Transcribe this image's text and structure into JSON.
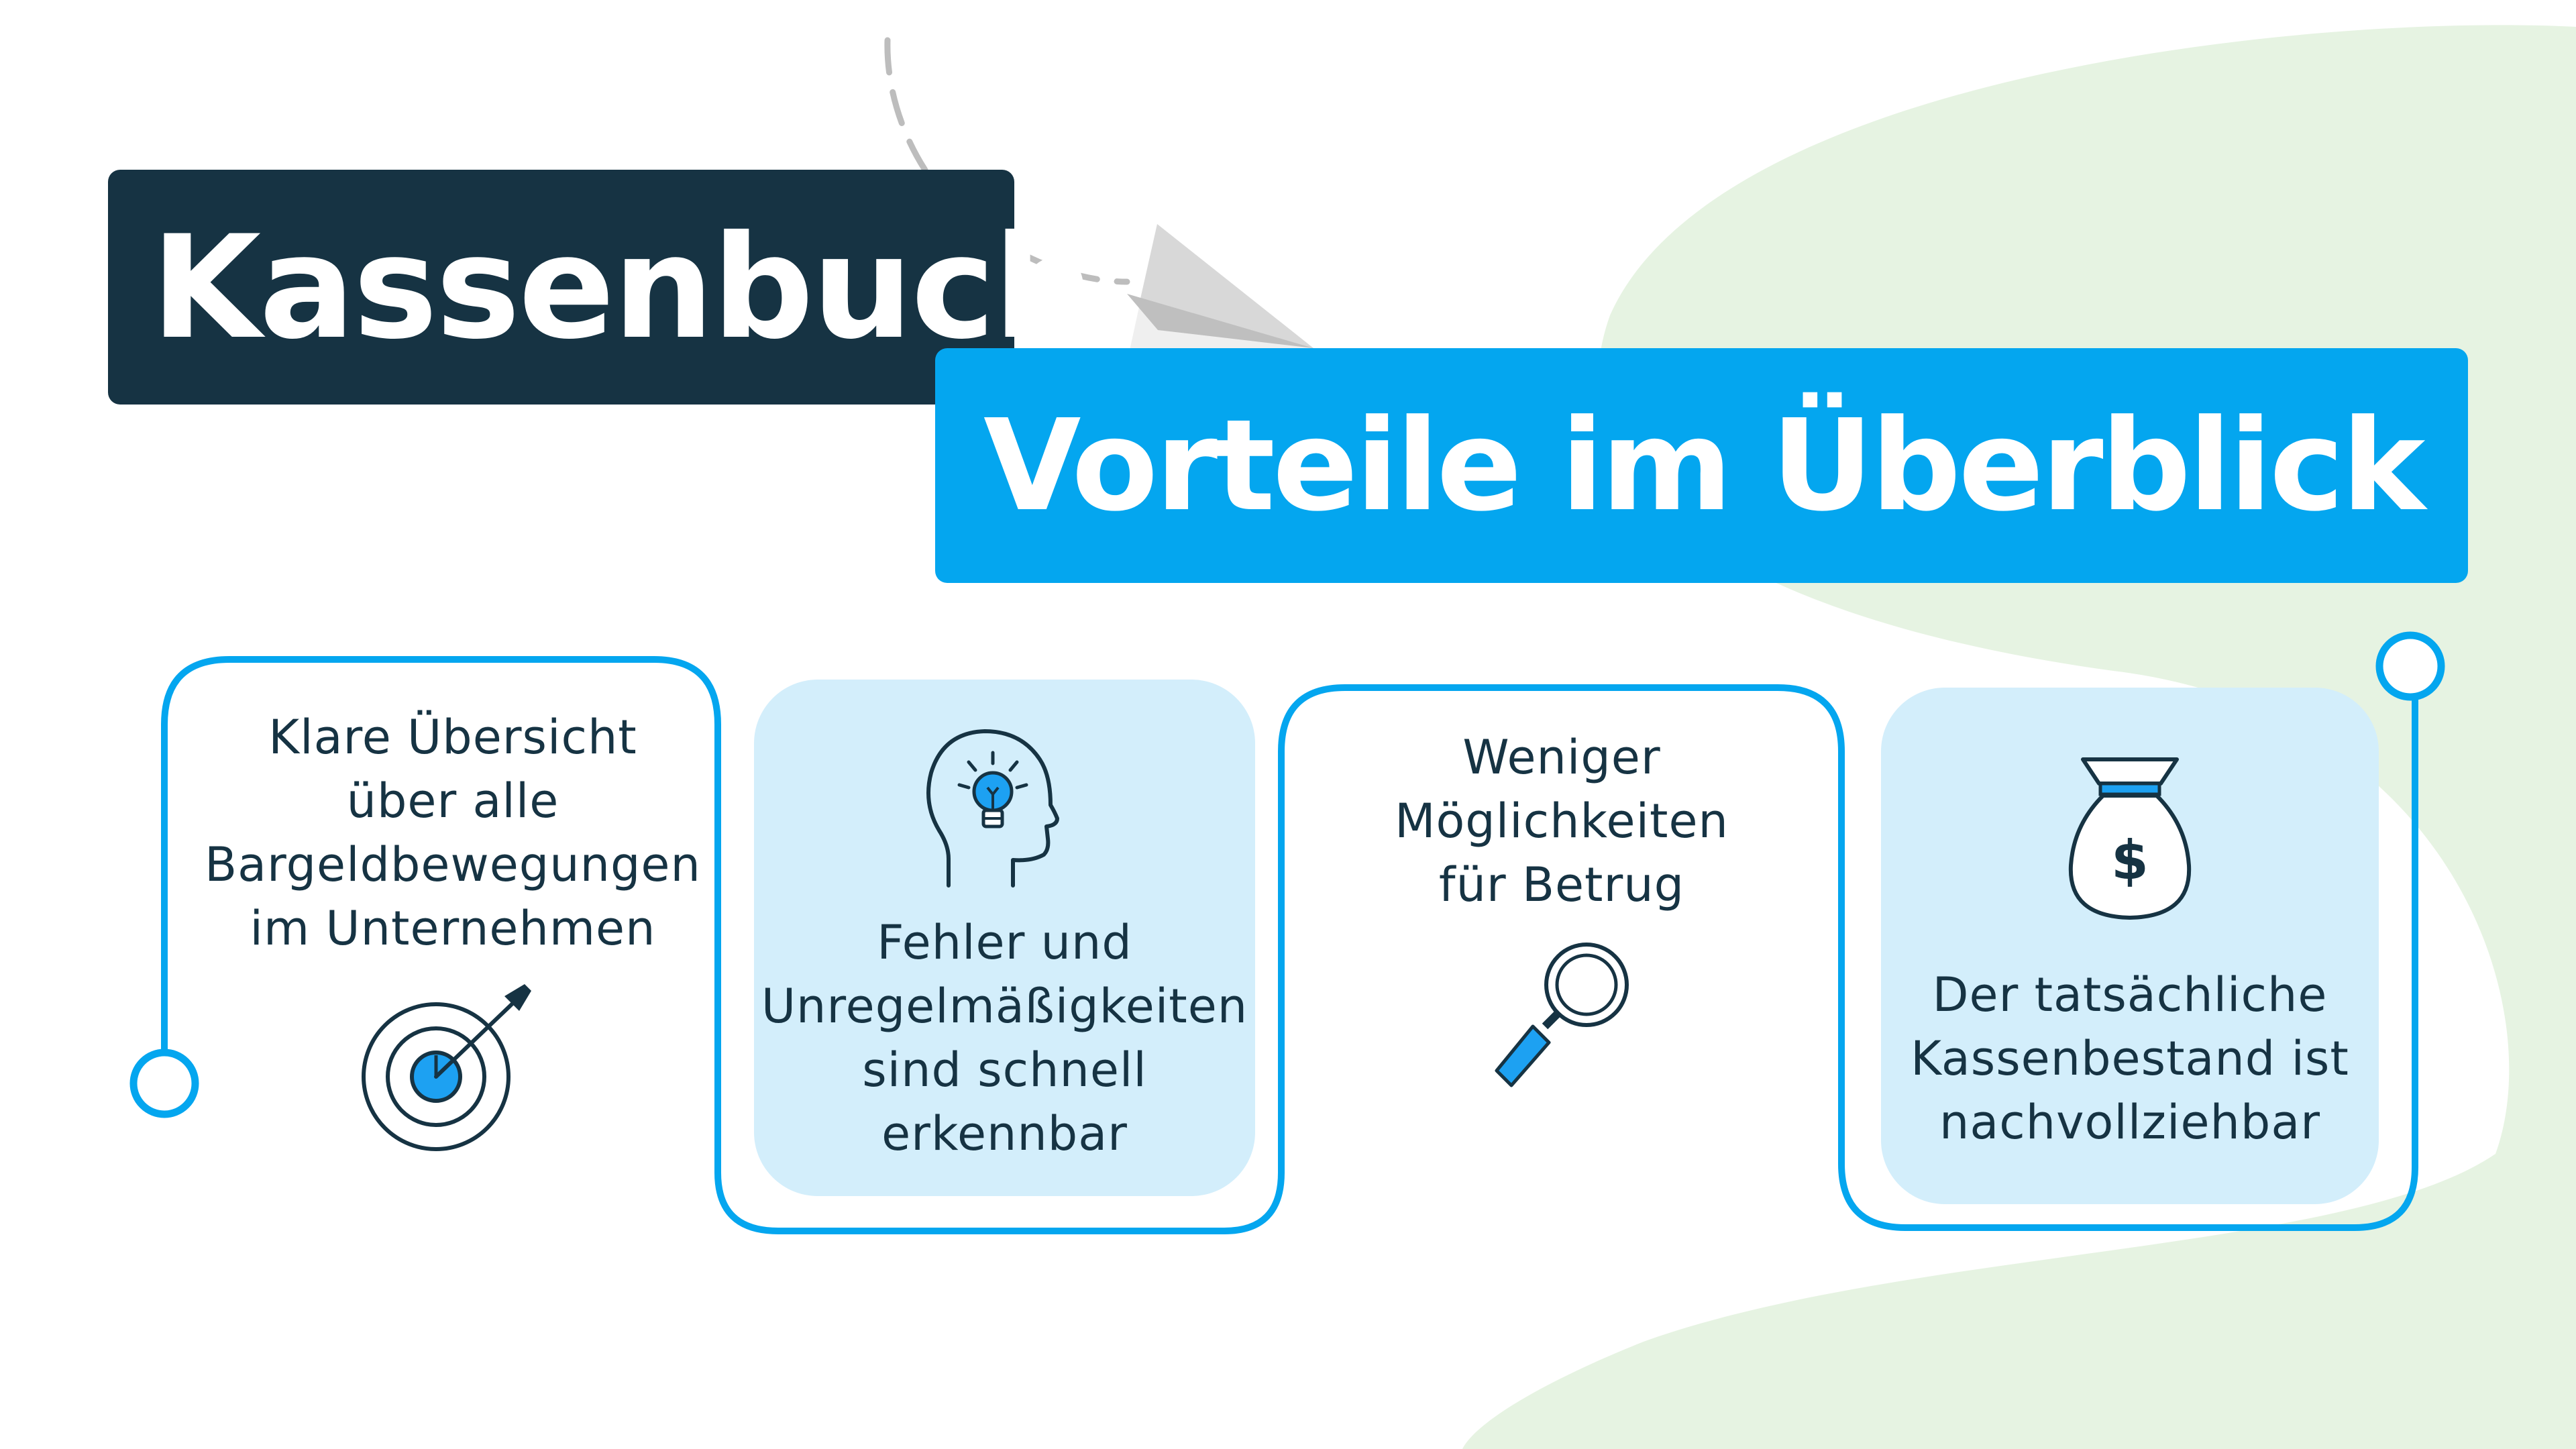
{
  "title": "Kassenbuch",
  "subtitle": "Vorteile im Überblick",
  "colors": {
    "dark_navy": "#163343",
    "accent_blue": "#04a6ef",
    "light_blue_card": "#d3eefb",
    "green_blob": "#e6f3e2",
    "dashed_path": "#bdbdbd"
  },
  "benefits": [
    {
      "text": "Klare Übersicht\nüber alle\nBargeldbewegungen\nim Unternehmen",
      "icon": "target-icon"
    },
    {
      "text": "Fehler und\nUnregelmäßigkeiten\nsind schnell\nerkennbar",
      "icon": "head-lightbulb-icon"
    },
    {
      "text": "Weniger\nMöglichkeiten\nfür Betrug",
      "icon": "magnifier-icon"
    },
    {
      "text": "Der tatsächliche\nKassenbestand ist\nnachvollziehbar",
      "icon": "money-bag-icon"
    }
  ]
}
